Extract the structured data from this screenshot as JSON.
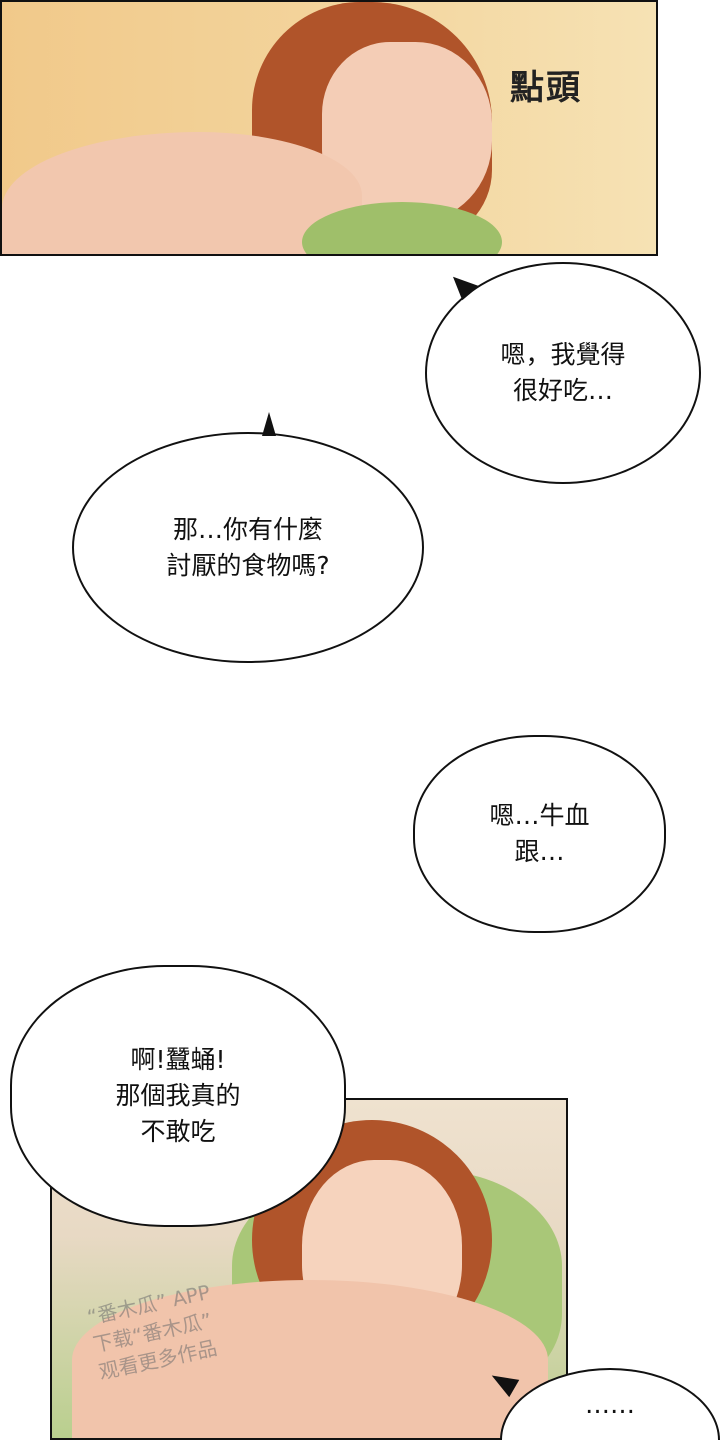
{
  "panels": {
    "top": {
      "sfx": "點頭"
    },
    "bottom": {
      "watermark": "“番木瓜” APP\n下载“番木瓜”\n观看更多作品"
    }
  },
  "bubbles": [
    {
      "text": "嗯，我覺得\n很好吃…"
    },
    {
      "text": "那…你有什麼\n討厭的食物嗎?"
    },
    {
      "text": "嗯…牛血\n跟…"
    },
    {
      "text": "啊!蠶蛹!\n那個我真的\n不敢吃"
    },
    {
      "text": "……"
    }
  ],
  "colors": {
    "ink": "#111111",
    "background": "#ffffff",
    "hair": "#b0542a",
    "skin": "#f4cdb6",
    "pillow": "#9fbf6a"
  }
}
